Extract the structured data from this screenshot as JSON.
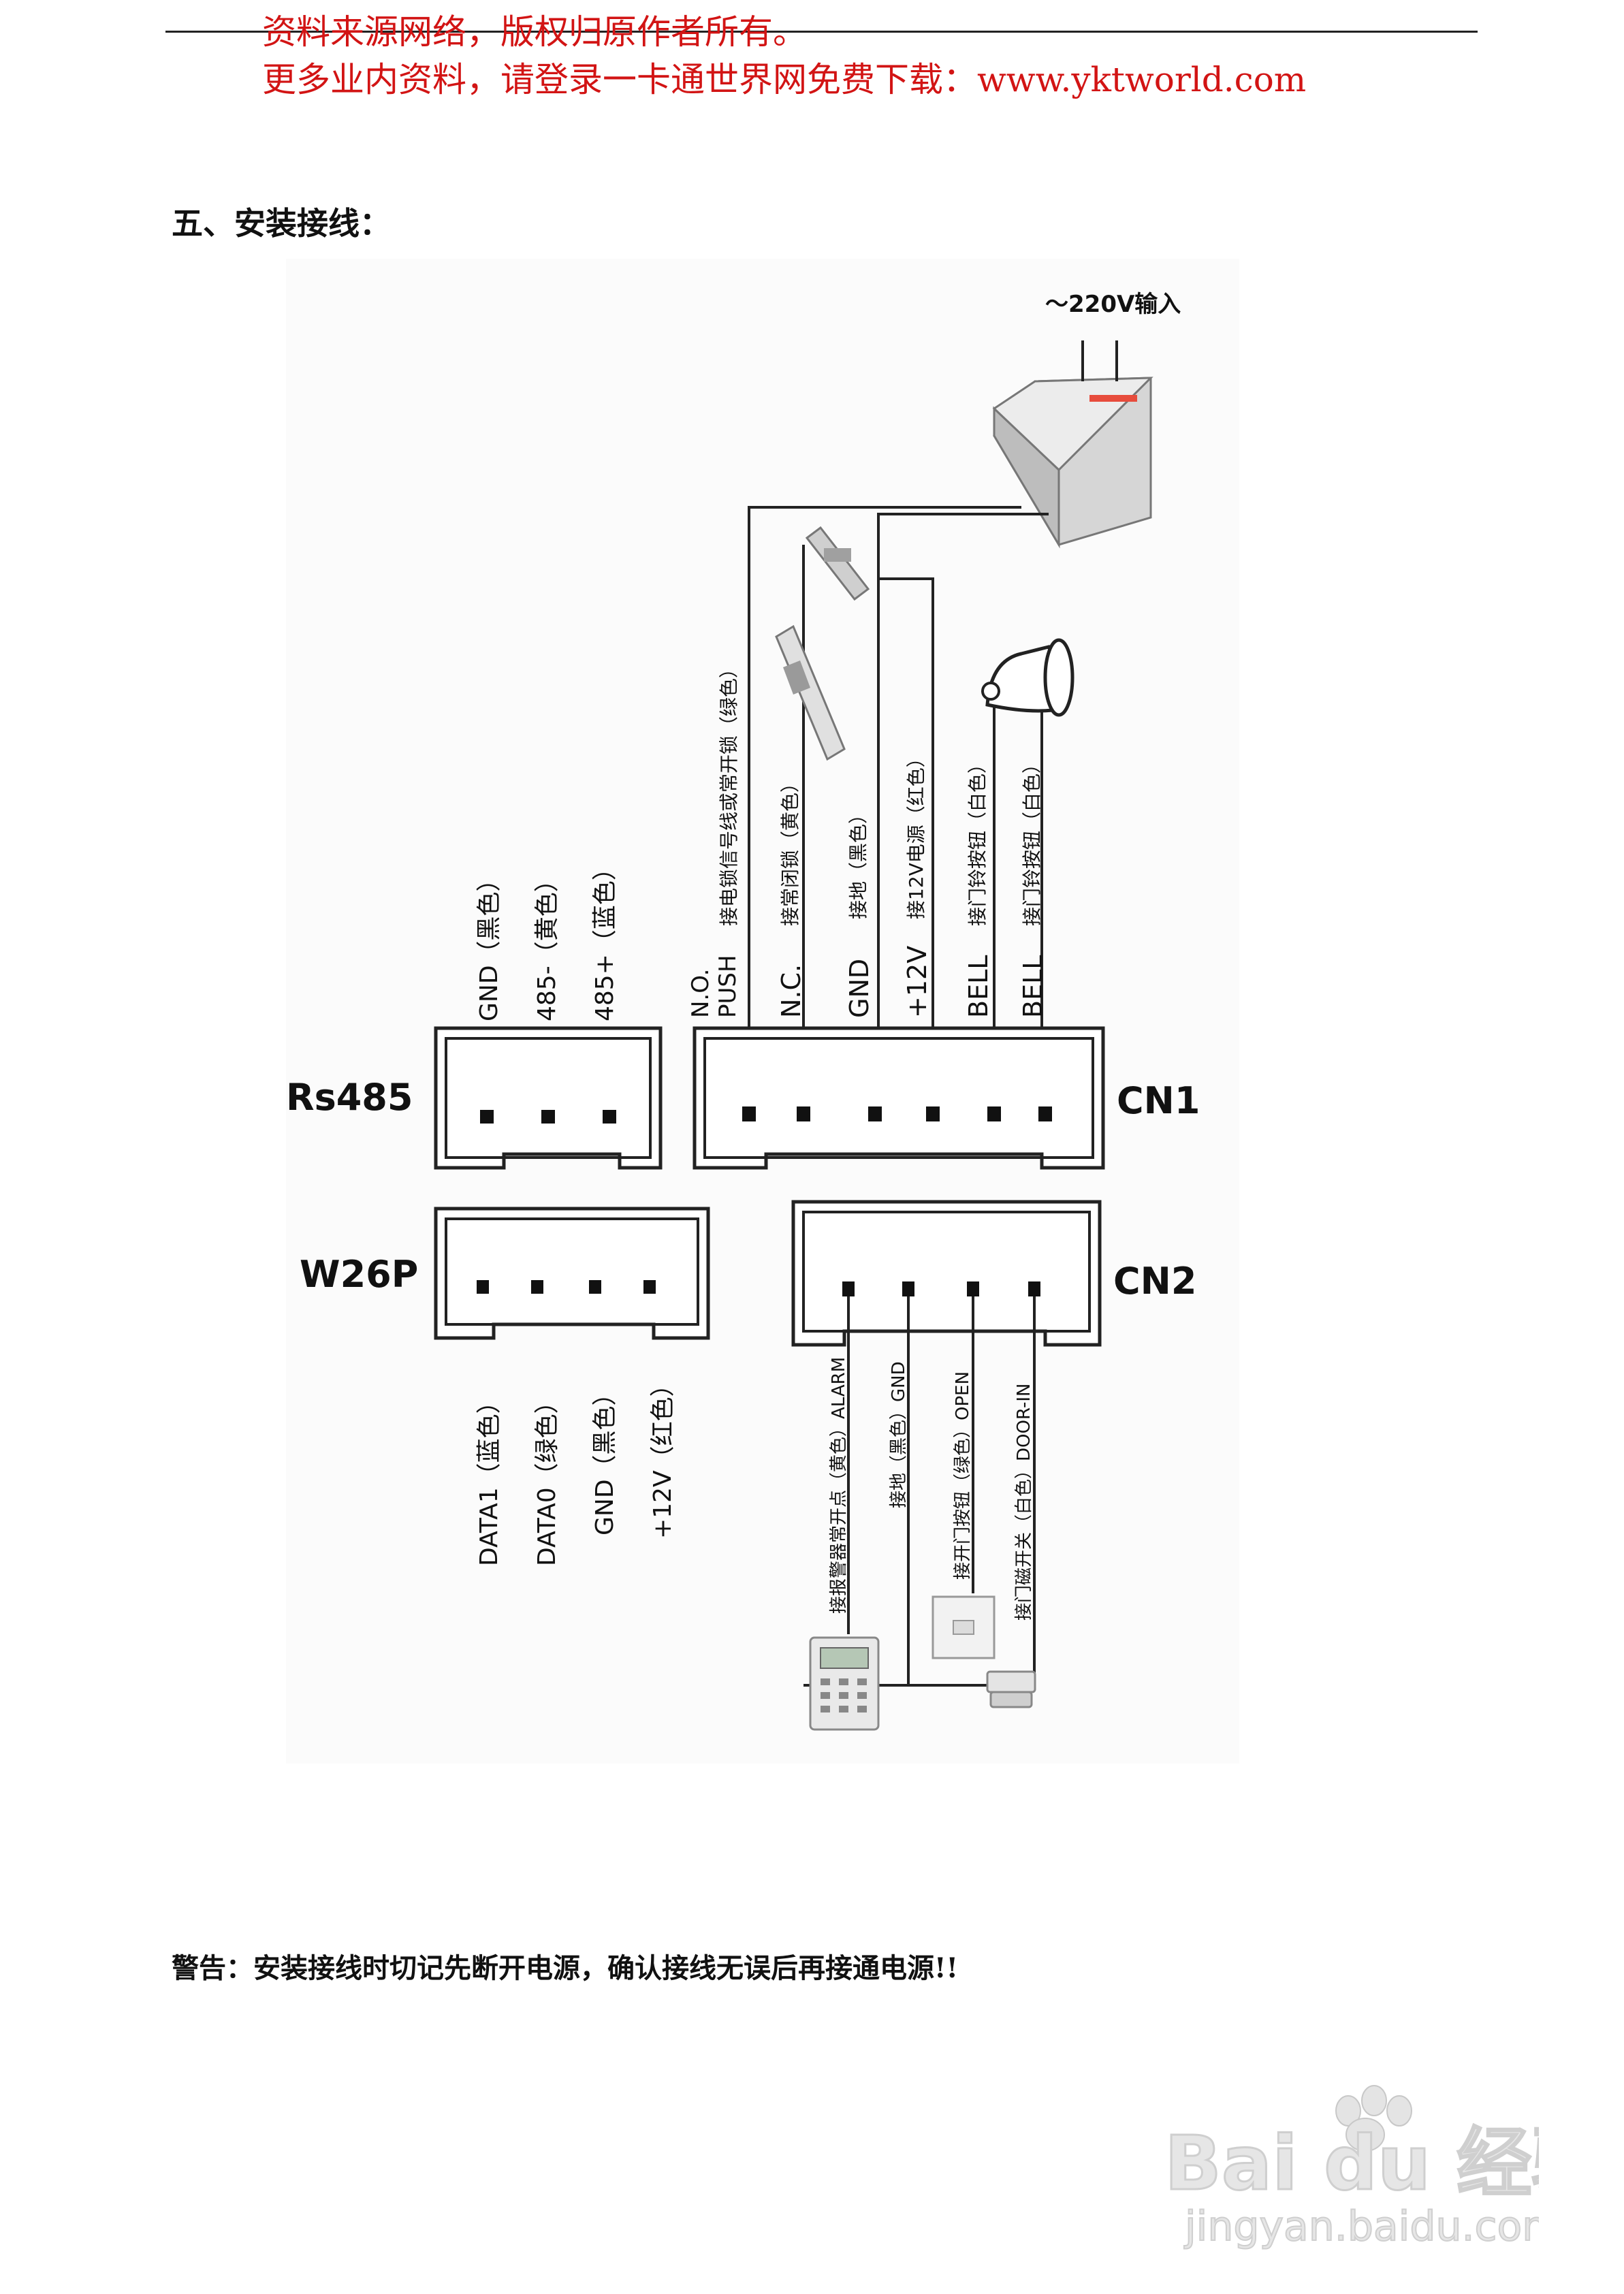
{
  "header": {
    "line1": "资料来源网络，版权归原作者所有。",
    "line2": "更多业内资料，请登录一卡通世界网免费下载：www.yktworld.com"
  },
  "section_title": "五、安装接线：",
  "diagram": {
    "power_input": "～220V输入",
    "rs485": {
      "title": "Rs485",
      "pins": [
        "GND（黑色）",
        "485-（黄色）",
        "485+（蓝色）"
      ]
    },
    "cn1": {
      "title": "CN1",
      "pins": [
        {
          "code": "N.O.",
          "code2": "PUSH",
          "desc": "接电锁信号线或常开锁（绿色）"
        },
        {
          "code": "N.C.",
          "desc": "接常闭锁（黄色）"
        },
        {
          "code": "GND",
          "desc": "接地（黑色）"
        },
        {
          "code": "+12V",
          "desc": "接12V电源（红色）"
        },
        {
          "code": "BELL",
          "desc": "接门铃按钮（白色）"
        },
        {
          "code": "BELL",
          "desc": "接门铃按钮（白色）"
        }
      ]
    },
    "w26p": {
      "title": "W26P",
      "pins": [
        "DATA1（蓝色）",
        "DATA0（绿色）",
        "GND（黑色）",
        "+12V（红色）"
      ]
    },
    "cn2": {
      "title": "CN2",
      "pins": [
        "接报警器常开点（黄色）ALARM",
        "接地（黑色）GND",
        "接开门按钮（绿色）OPEN",
        "接门磁开关（白色）DOOR-IN"
      ]
    }
  },
  "warning": "警告：安装接线时切记先断开电源，确认接线无误后再接通电源!!",
  "watermark": {
    "brand": "Bai du 经验",
    "url": "jingyan.baidu.com"
  }
}
